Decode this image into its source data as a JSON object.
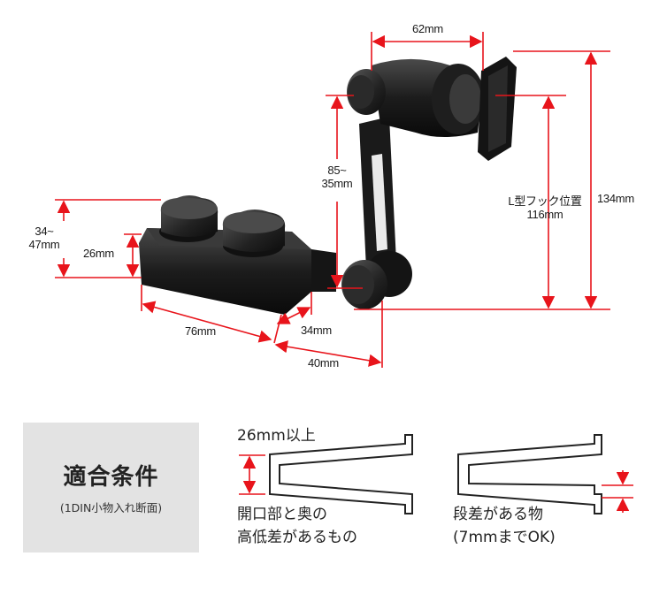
{
  "dimensions": {
    "width_62": "62mm",
    "height_85_35_line1": "85~",
    "height_85_35_line2": "35mm",
    "height_34_47_line1": "34~",
    "height_34_47_line2": "47mm",
    "height_26": "26mm",
    "hook_label_line1": "L型フック位置",
    "hook_label_line2": "116mm",
    "height_134": "134mm",
    "width_76": "76mm",
    "width_34": "34mm",
    "width_40": "40mm"
  },
  "conditions": {
    "title": "適合条件",
    "subtitle": "(1DIN小物入れ断面)",
    "diagram1": {
      "top_label": "26mm以上",
      "caption_line1": "開口部と奥の",
      "caption_line2": "高低差があるもの"
    },
    "diagram2": {
      "caption_line1": "段差がある物",
      "caption_line2": "(7mmまでOK)"
    }
  },
  "colors": {
    "dimension_red": "#e8141b",
    "panel_gray": "#e3e3e3"
  }
}
